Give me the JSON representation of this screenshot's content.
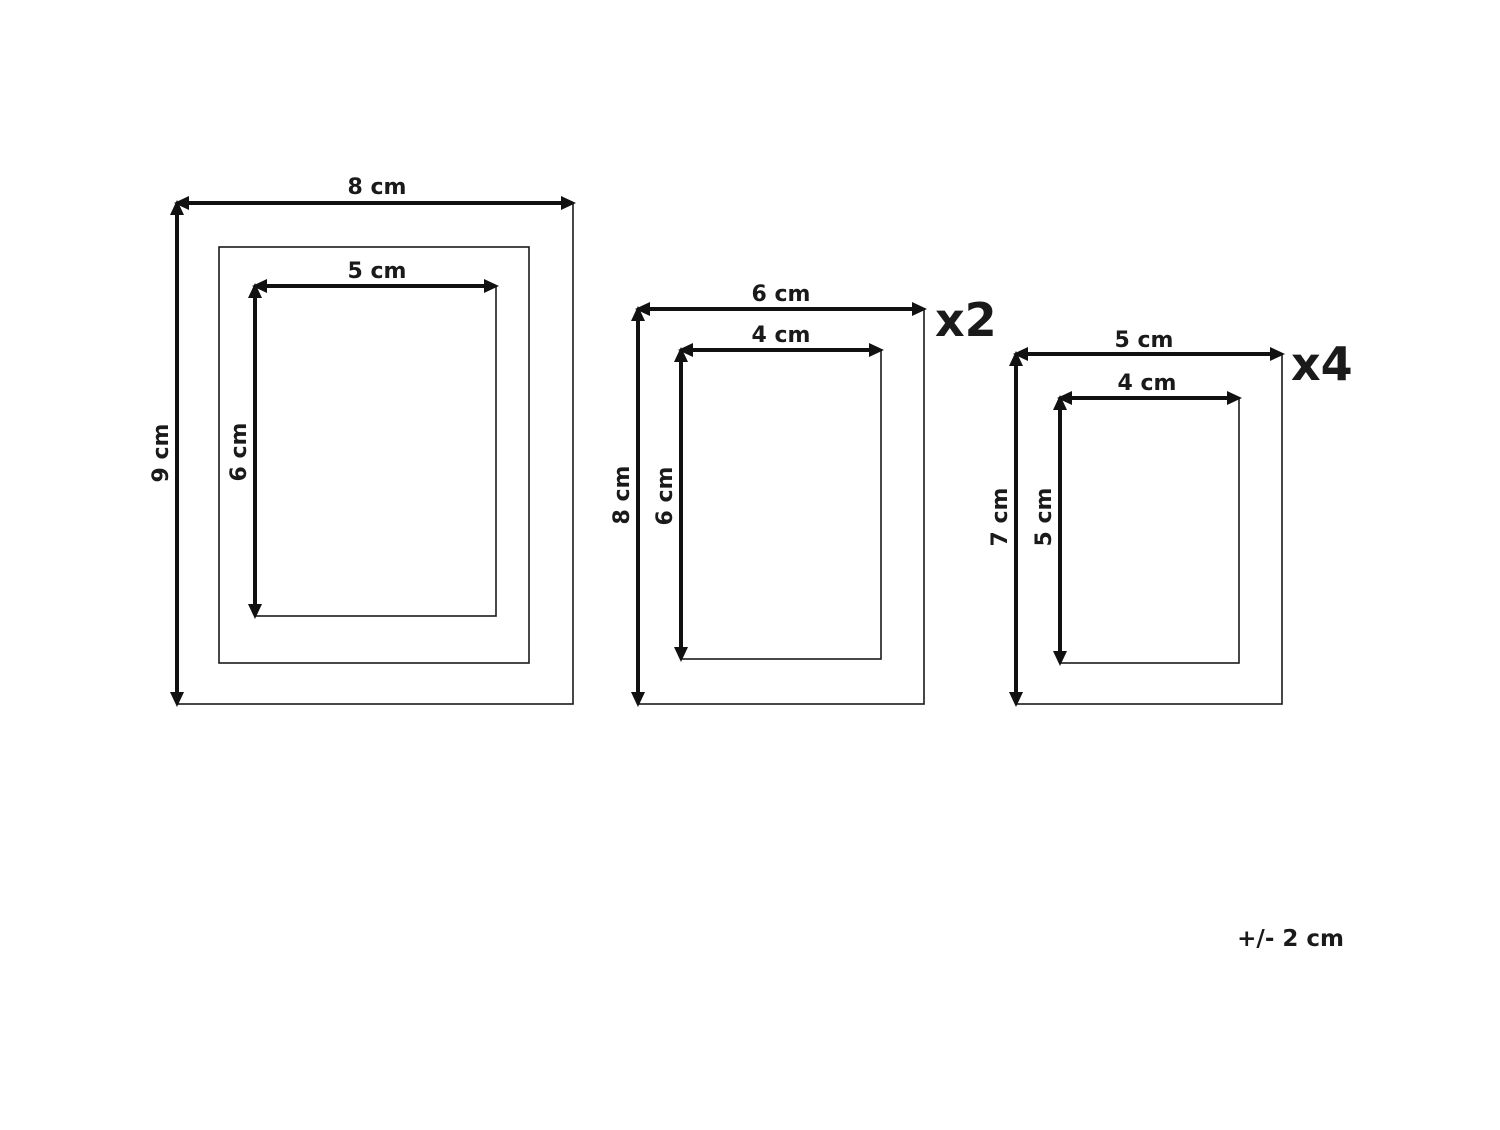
{
  "frames": [
    {
      "outer_width": "8 cm",
      "outer_height": "9 cm",
      "inner_width": "5 cm",
      "inner_height": "6 cm",
      "multiplier": ""
    },
    {
      "outer_width": "6 cm",
      "outer_height": "8 cm",
      "inner_width": "4 cm",
      "inner_height": "6 cm",
      "multiplier": "x2"
    },
    {
      "outer_width": "5 cm",
      "outer_height": "7 cm",
      "inner_width": "4 cm",
      "inner_height": "5 cm",
      "multiplier": "x4"
    }
  ],
  "tolerance": "+/- 2 cm",
  "colors": {
    "line": "#1a1a1a",
    "background": "#ffffff"
  }
}
